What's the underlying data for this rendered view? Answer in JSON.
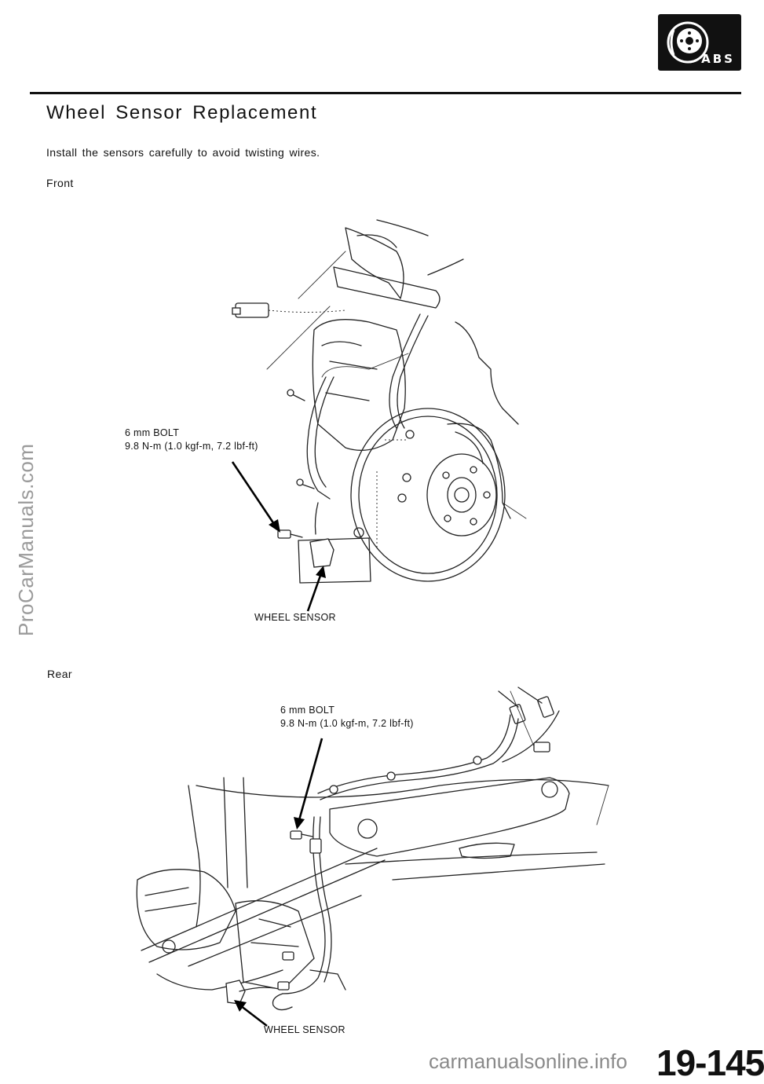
{
  "badge": {
    "icon": "brake-disc-icon",
    "label": "ABS"
  },
  "heading": {
    "title": "Wheel Sensor Replacement",
    "intro": "Install the sensors carefully to avoid twisting wires."
  },
  "front": {
    "label": "Front",
    "bolt_line1": "6 mm BOLT",
    "bolt_line2": "9.8 N-m (1.0 kgf-m, 7.2 lbf-ft)",
    "sensor_label": "WHEEL SENSOR"
  },
  "rear": {
    "label": "Rear",
    "bolt_line1": "6 mm BOLT",
    "bolt_line2": "9.8 N-m (1.0 kgf-m, 7.2 lbf-ft)",
    "sensor_label": "WHEEL SENSOR"
  },
  "page_number": "19-145",
  "watermarks": {
    "side": "ProCarManuals.com",
    "bottom": "carmanualsonline.info"
  }
}
